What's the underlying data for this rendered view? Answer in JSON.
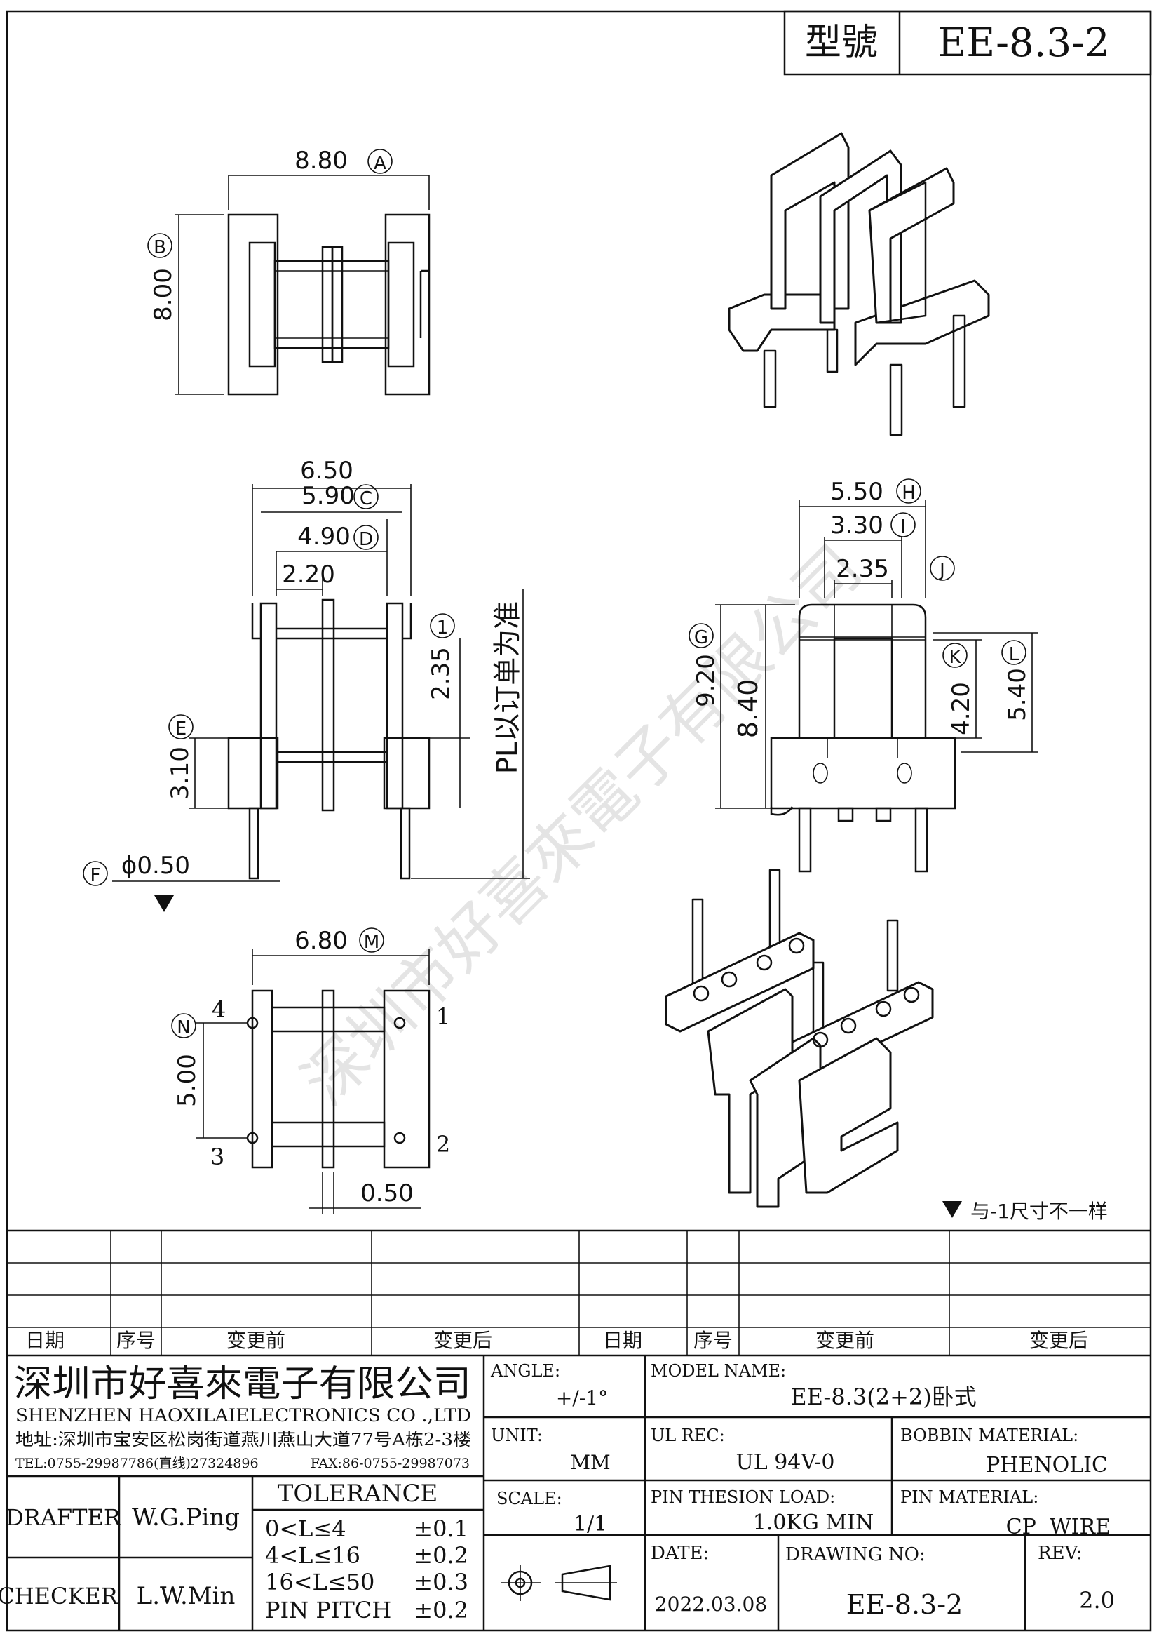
{
  "title_block": {
    "model_label": "型號",
    "model_value": "EE-8.3-2"
  },
  "watermark": "深圳市好喜來電子有限公司",
  "note": "与-1尺寸不一样",
  "dims": {
    "A": "8.80",
    "A_mark": "A",
    "B": "8.00",
    "B_mark": "B",
    "w650": "6.50",
    "C": "5.90",
    "C_mark": "C",
    "D": "4.90",
    "D_mark": "D",
    "w220": "2.20",
    "one_mark": "1",
    "h235": "2.35",
    "pl_note": "PL以订单为准",
    "E": "3.10",
    "E_mark": "E",
    "F": "ϕ0.50",
    "F_mark": "F",
    "M": "6.80",
    "M_mark": "M",
    "N": "5.00",
    "N_mark": "N",
    "w050": "0.50",
    "pin4": "4",
    "pin1": "1",
    "pin3": "3",
    "pin2": "2",
    "H": "5.50",
    "H_mark": "H",
    "I": "3.30",
    "I_mark": "I",
    "w235": "2.35",
    "J_mark": "J",
    "G": "9.20",
    "G_mark": "G",
    "h840": "8.40",
    "K": "4.20",
    "K_mark": "K",
    "L": "5.40",
    "L_mark": "L"
  },
  "revision_table": {
    "headers": [
      "日期",
      "序号",
      "变更前",
      "变更后",
      "日期",
      "序号",
      "变更前",
      "变更后"
    ]
  },
  "company": {
    "name_cn": "深圳市好喜來電子有限公司",
    "name_en": "SHENZHEN HAOXILAIELECTRONICS CO .,LTD",
    "address": "地址:深圳市宝安区松岗街道燕川燕山大道77号A栋2-3楼",
    "tel": "TEL:0755-29987786(直线)27324896",
    "fax": "FAX:86-0755-29987073"
  },
  "info": {
    "angle_label": "ANGLE:",
    "angle_value": "+/-1°",
    "model_name_label": "MODEL NAME:",
    "model_name_value": "EE-8.3(2+2)卧式",
    "unit_label": "UNIT:",
    "unit_value": "MM",
    "ul_label": "UL REC:",
    "ul_value": "UL 94V-0",
    "bobbin_label": "BOBBIN MATERIAL:",
    "bobbin_value": "PHENOLIC",
    "scale_label": "SCALE:",
    "scale_value": "1/1",
    "pin_load_label": "PIN THESION LOAD:",
    "pin_load_value": "1.0KG MIN",
    "pin_mat_label": "PIN MATERIAL:",
    "pin_mat_value": "CP  WIRE",
    "date_label": "DATE:",
    "date_value": "2022.03.08",
    "drawing_label": "DRAWING NO:",
    "drawing_value": "EE-8.3-2",
    "rev_label": "REV:",
    "rev_value": "2.0"
  },
  "people": {
    "drafter_label": "DRAFTER",
    "drafter_value": "W.G.Ping",
    "checker_label": "CHECKER",
    "checker_value": "L.W.Min"
  },
  "tolerance": {
    "title": "TOLERANCE",
    "rows": [
      {
        "range": "0<L≤4",
        "value": "±0.1"
      },
      {
        "range": "4<L≤16",
        "value": "±0.2"
      },
      {
        "range": "16<L≤50",
        "value": "±0.3"
      },
      {
        "range": "PIN PITCH",
        "value": "±0.2"
      }
    ]
  }
}
